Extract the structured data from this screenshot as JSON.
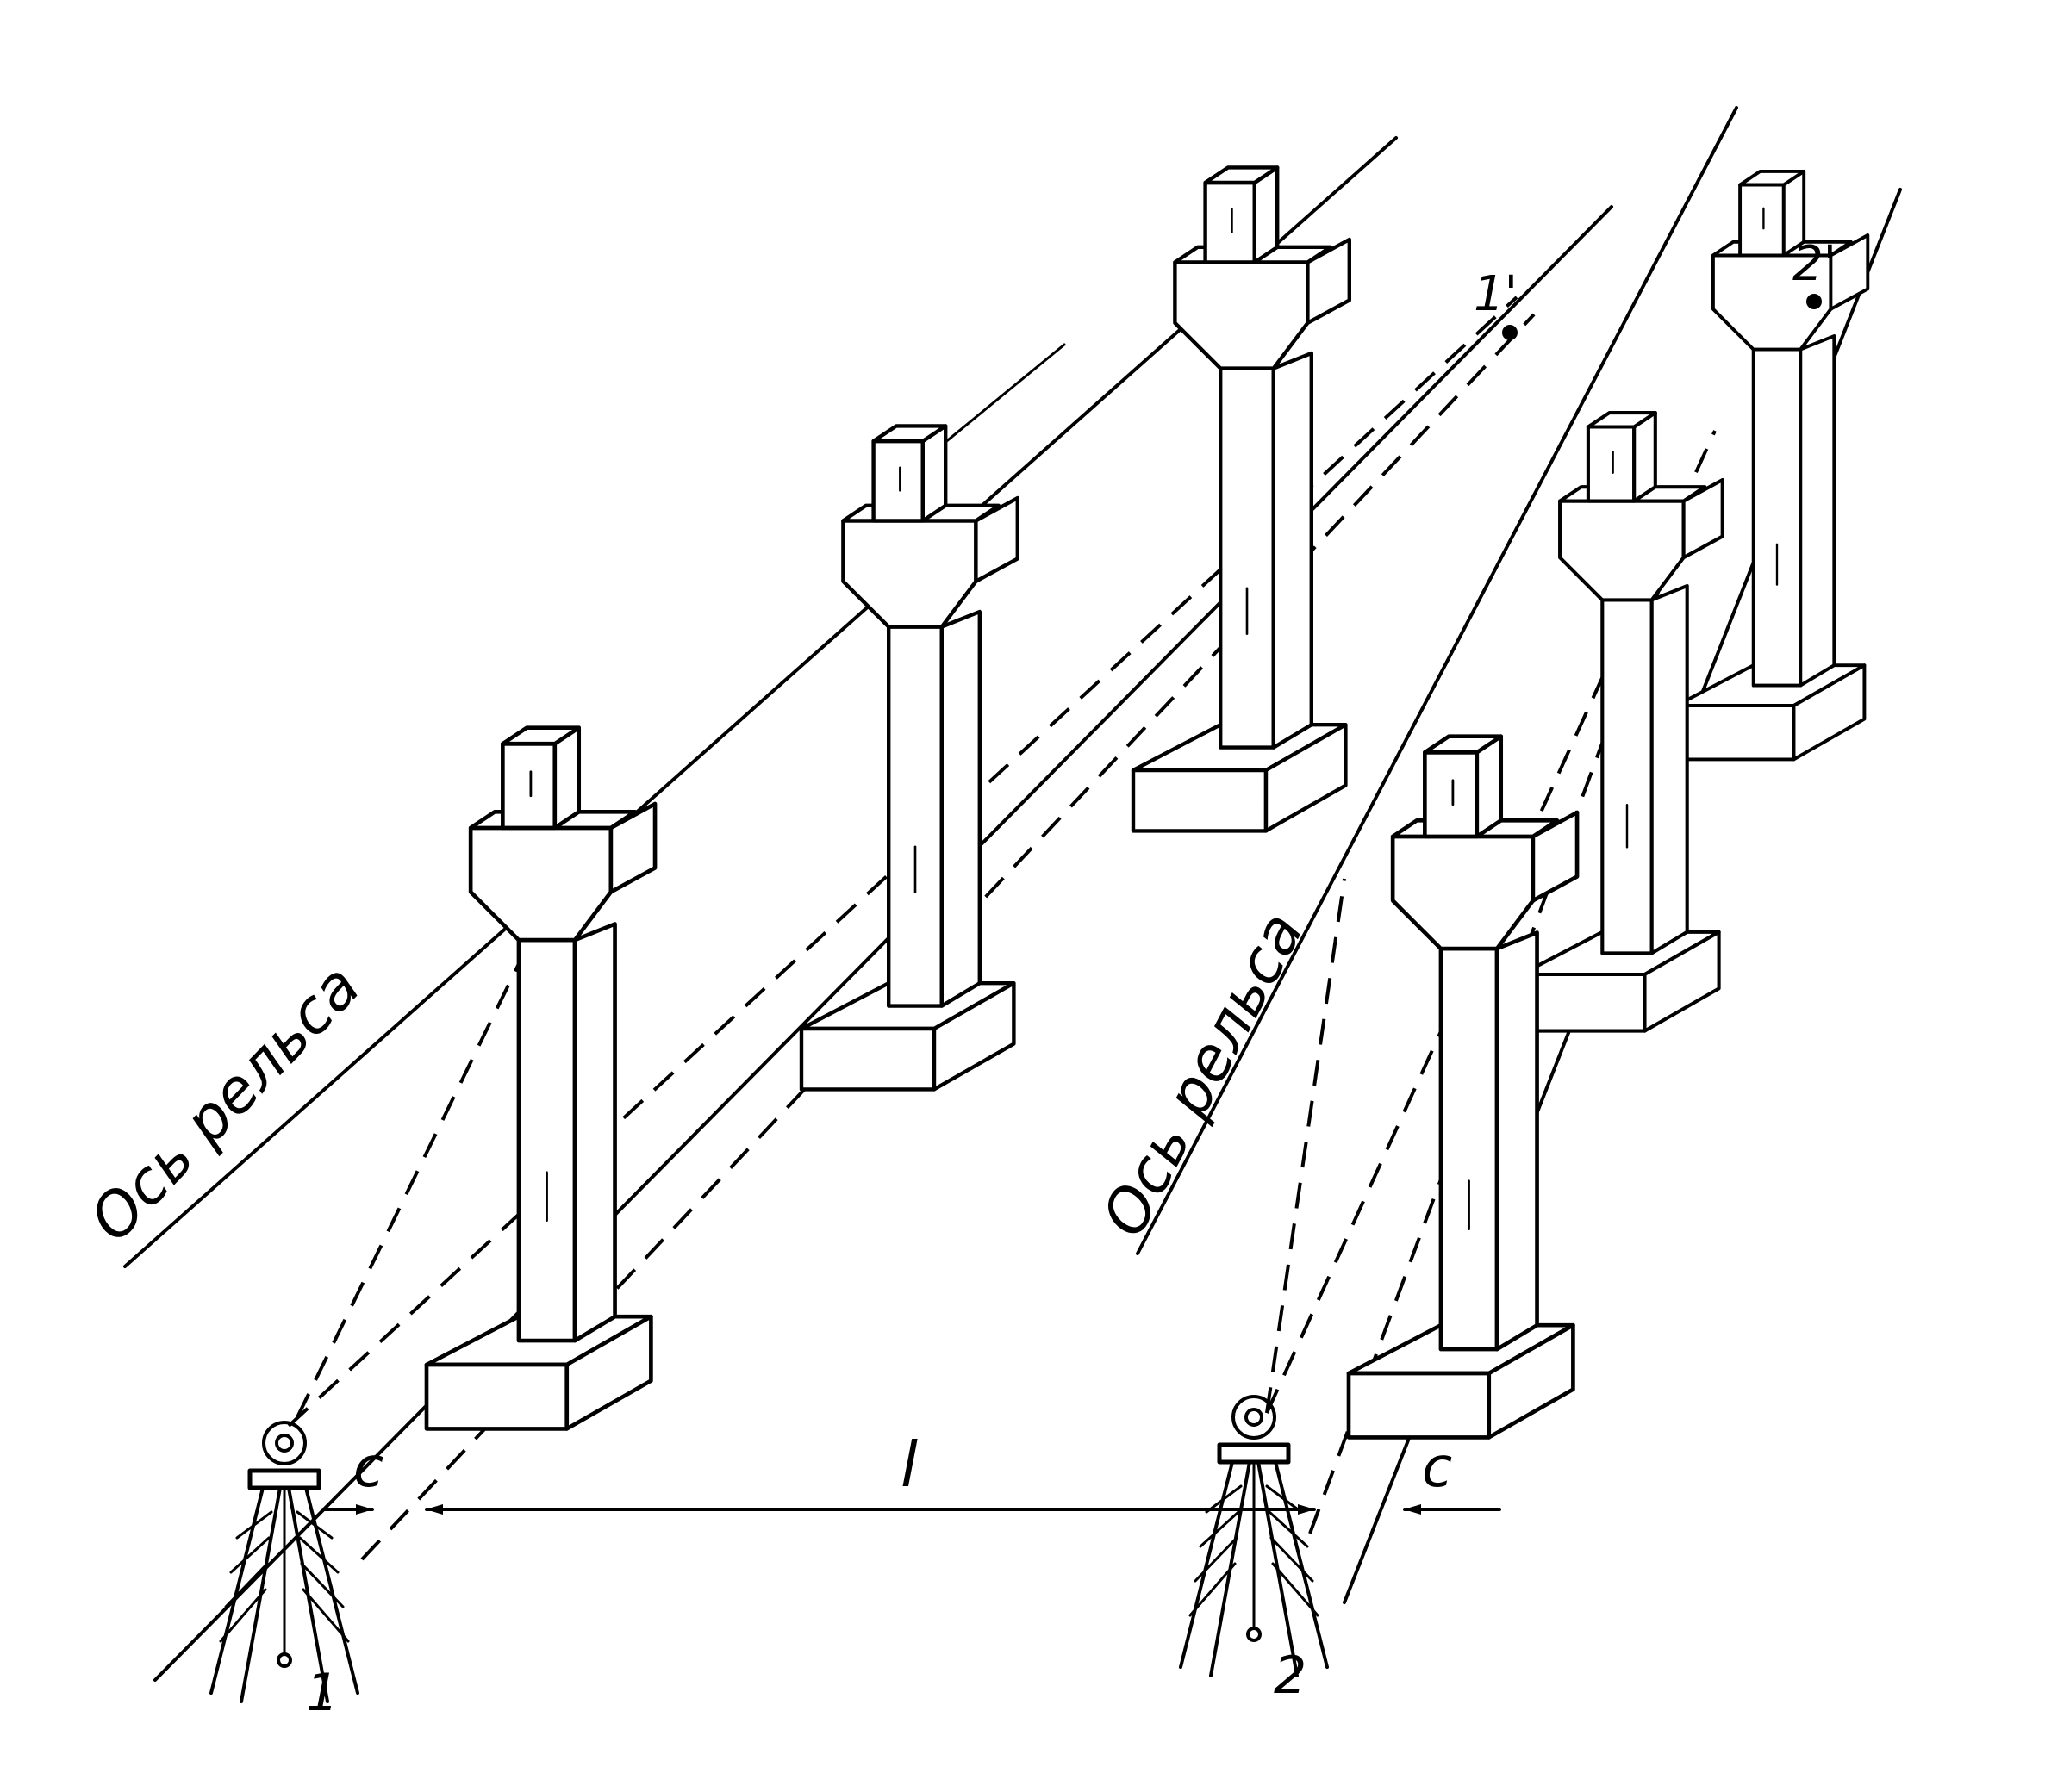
{
  "labels": {
    "rail_axis_left": "Ось рельса",
    "rail_axis_right": "Ось рельса",
    "offset_left": "c",
    "offset_right": "c",
    "span": "l",
    "station_1": "1",
    "station_2": "2",
    "target_1": "1'",
    "target_2": "2'"
  },
  "colors": {
    "ink": "#000000",
    "paper": "#ffffff"
  }
}
